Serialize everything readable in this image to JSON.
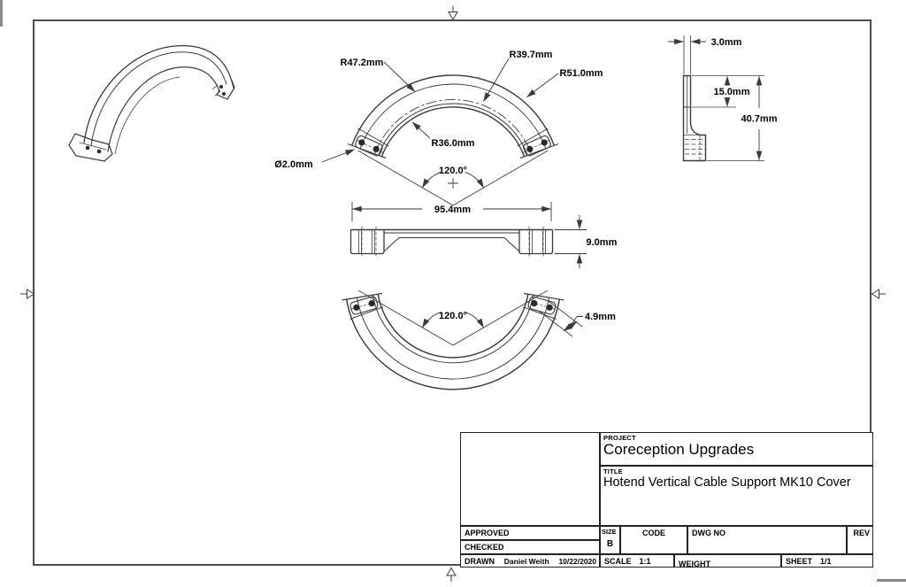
{
  "drawing": {
    "front_view": {
      "r_mid_outer": "R47.2mm",
      "r_center": "R39.7mm",
      "r_outer": "R51.0mm",
      "r_inner": "R36.0mm",
      "hole_dia": "Ø2.0mm",
      "angle": "120.0°",
      "width": "95.4mm"
    },
    "flat_view": {
      "height": "9.0mm"
    },
    "bottom_view": {
      "angle": "120.0°",
      "thickness": "4.9mm"
    },
    "side_view": {
      "wall": "3.0mm",
      "lip": "15.0mm",
      "height": "40.7mm"
    }
  },
  "title_block": {
    "project": {
      "label": "PROJECT",
      "value": "Coreception Upgrades"
    },
    "title": {
      "label": "TITLE",
      "value": "Hotend Vertical Cable Support MK10 Cover"
    },
    "approved_label": "APPROVED",
    "checked_label": "CHECKED",
    "drawn": {
      "label": "DRAWN",
      "name": "Daniel Weith",
      "date": "10/22/2020"
    },
    "size": {
      "label": "SIZE",
      "value": "B"
    },
    "code_label": "CODE",
    "dwg_no_label": "DWG NO",
    "rev_label": "REV",
    "scale": {
      "label": "SCALE",
      "value": "1:1"
    },
    "weight_label": "WEIGHT",
    "sheet": {
      "label": "SHEET",
      "value": "1/1"
    }
  },
  "colors": {
    "line": "#3a3a3a",
    "frame": "#4d4d4d",
    "text": "#000000",
    "background": "#ffffff"
  }
}
